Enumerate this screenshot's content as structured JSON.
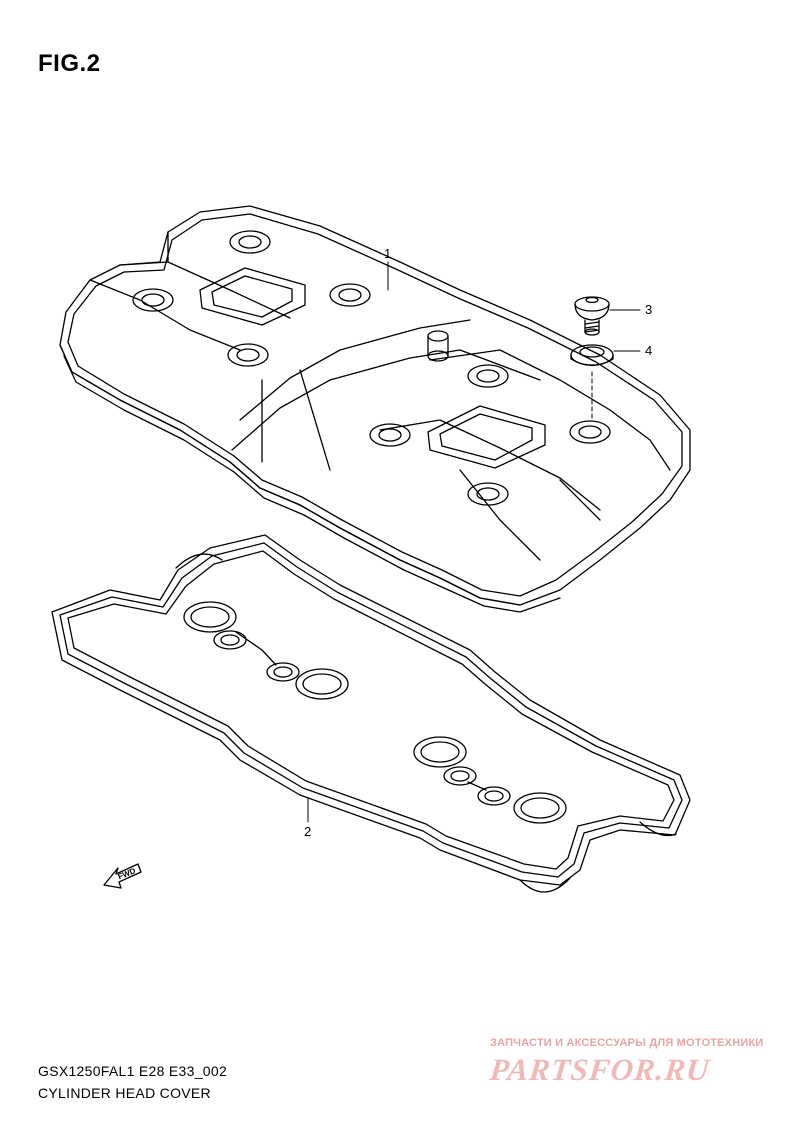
{
  "figure": {
    "title": "FIG.2"
  },
  "callouts": [
    {
      "number": "1",
      "part": "cylinder-head-cover"
    },
    {
      "number": "2",
      "part": "gasket"
    },
    {
      "number": "3",
      "part": "bolt"
    },
    {
      "number": "4",
      "part": "washer"
    }
  ],
  "direction_marker": {
    "label": "FWD",
    "icon": "arrow-left-down-icon"
  },
  "footer": {
    "code": "GSX1250FAL1 E28 E33_002",
    "name": "CYLINDER HEAD COVER"
  },
  "watermark": {
    "caption": "ЗАПЧАСТИ И АКСЕССУАРЫ ДЛЯ МОТОТЕХНИКИ",
    "logo": "PARTSFOR.RU",
    "color": "#f1b8b8"
  }
}
